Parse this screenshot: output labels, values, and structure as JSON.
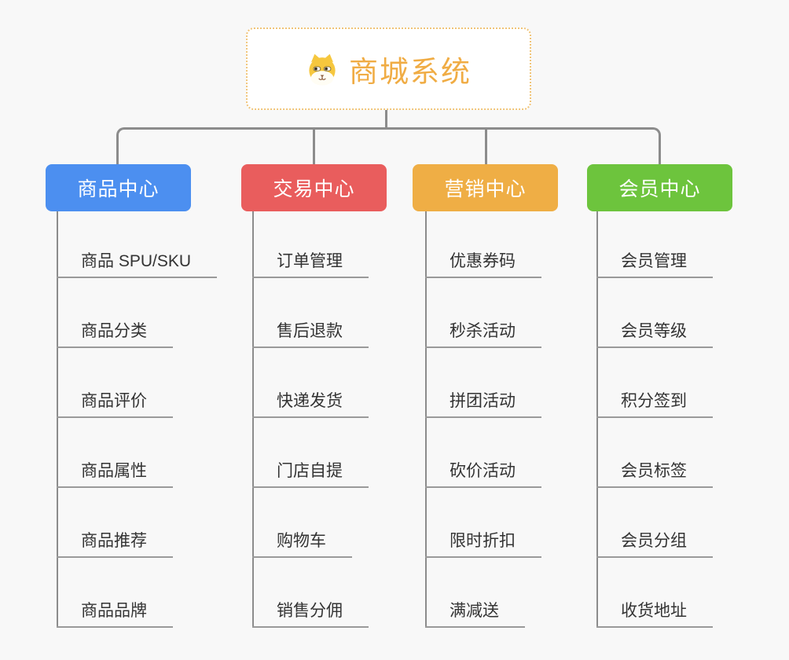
{
  "root": {
    "title": "商城系统",
    "icon": "shiba-dog-icon"
  },
  "branches": [
    {
      "label": "商品中心",
      "color": "#4c8ff0",
      "items": [
        "商品 SPU/SKU",
        "商品分类",
        "商品评价",
        "商品属性",
        "商品推荐",
        "商品品牌"
      ]
    },
    {
      "label": "交易中心",
      "color": "#e95d5d",
      "items": [
        "订单管理",
        "售后退款",
        "快递发货",
        "门店自提",
        "购物车",
        "销售分佣"
      ]
    },
    {
      "label": "营销中心",
      "color": "#efae45",
      "items": [
        "优惠券码",
        "秒杀活动",
        "拼团活动",
        "砍价活动",
        "限时折扣",
        "满减送"
      ]
    },
    {
      "label": "会员中心",
      "color": "#6dc43d",
      "items": [
        "会员管理",
        "会员等级",
        "积分签到",
        "会员标签",
        "会员分组",
        "收货地址"
      ]
    }
  ],
  "colors": {
    "background": "#f8f8f8",
    "connector": "#8c8c8c",
    "underline": "#9a9a9a",
    "topic_text": "#333333",
    "root_text": "#f0ac44",
    "root_border": "#f0c478"
  }
}
